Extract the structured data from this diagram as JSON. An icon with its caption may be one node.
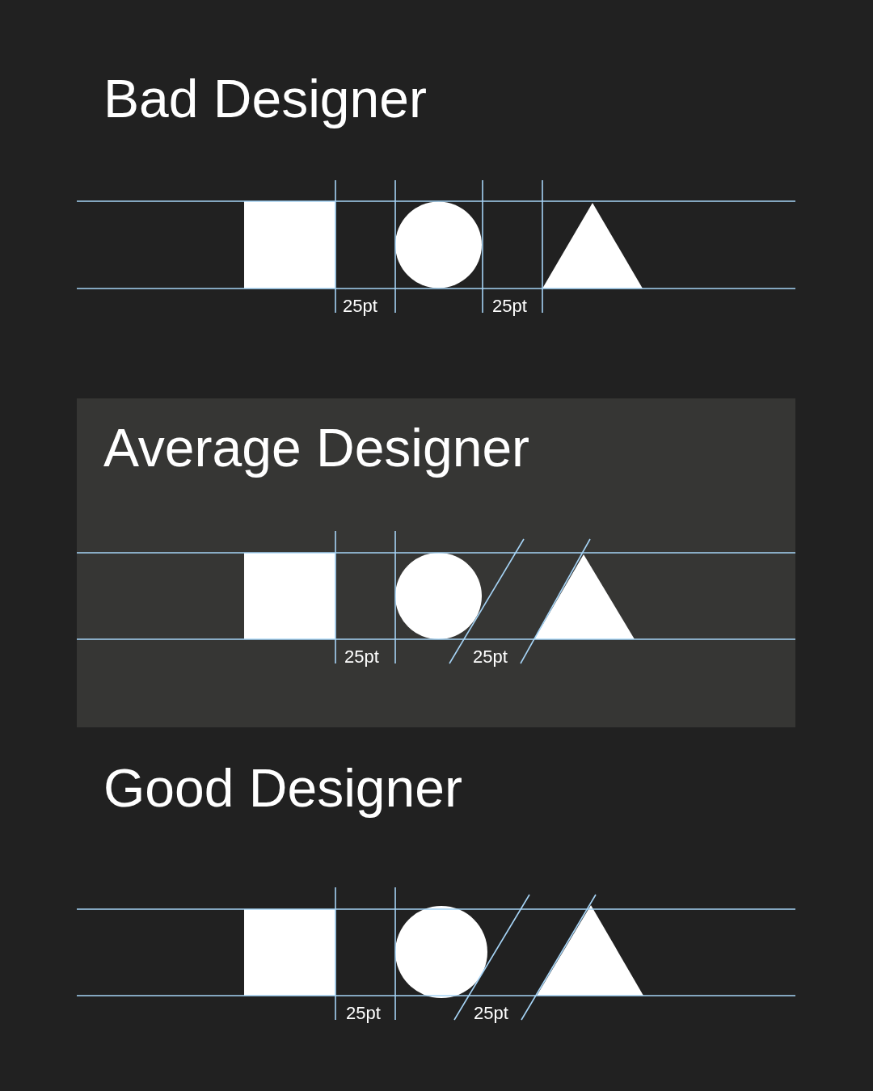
{
  "diagram": {
    "nodes": [
      {
        "text": [
          "Average Designer"
        ]
      }
    ],
    "labels": [
      "Bad Designer",
      "25pt",
      "25pt",
      "25pt",
      "25pt",
      "Good Designer",
      "25pt",
      "25pt"
    ]
  }
}
